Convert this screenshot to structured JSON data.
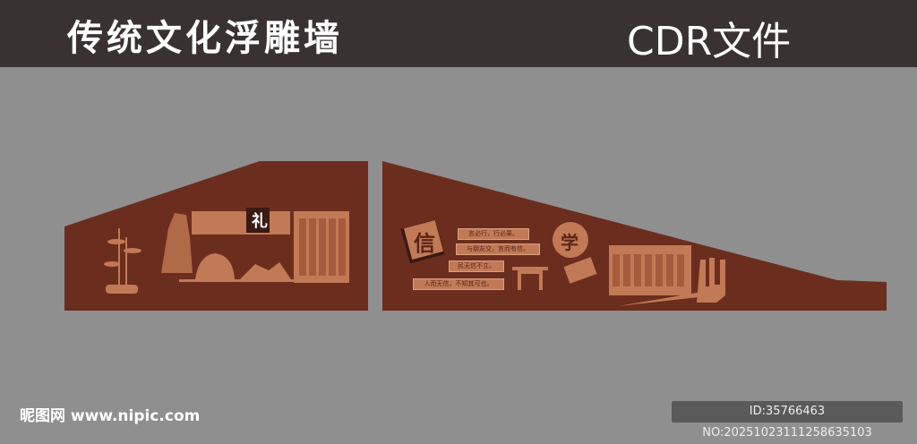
{
  "header": {
    "title": "传统文化浮雕墙",
    "file_type": "CDR文件"
  },
  "left_wall": {
    "character": "礼"
  },
  "right_wall": {
    "character_xin": "信",
    "character_xue": "学",
    "quotes": [
      "言必行，行必果。",
      "与朋友交，言而有信。",
      "民无信不立。",
      "人而无信，不知其可也。"
    ]
  },
  "footer": {
    "watermark": "昵图网 www.nipic.com",
    "id_text": "ID:35766463 NO:20251023111258635103"
  },
  "colors": {
    "wall": "#6b2d1e",
    "relief": "#c17a55",
    "header": "#3a3133",
    "background": "#8f8f8f"
  }
}
